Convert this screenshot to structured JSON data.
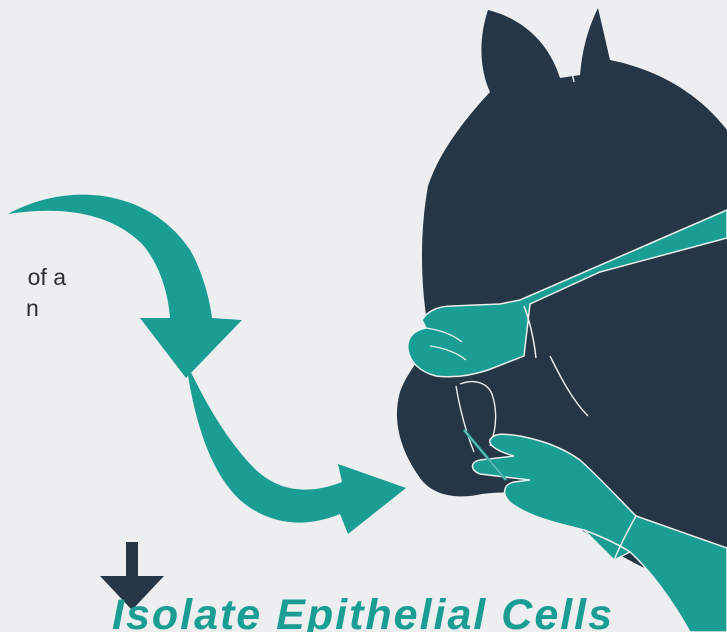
{
  "side_text": {
    "line1": "of a",
    "line2": "n"
  },
  "caption": "Isolate Epithelial Cells",
  "colors": {
    "background": "#eceef0",
    "horse": "#253746",
    "accent_teal": "#1a9d93",
    "arrow_dark": "#253746"
  },
  "icons": [
    "curved-arrow-icon",
    "down-arrow-icon",
    "horse-head-illustration",
    "gloved-hands-illustration",
    "swab-icon"
  ]
}
